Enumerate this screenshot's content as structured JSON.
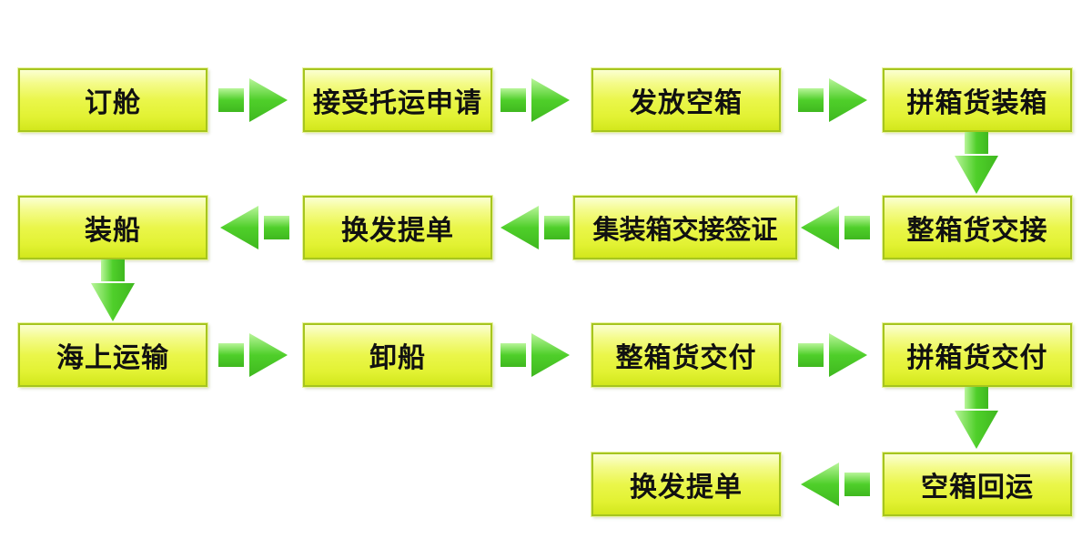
{
  "steps": {
    "booking": "订舱",
    "accept_request": "接受托运申请",
    "release_empty": "发放空箱",
    "lcl_packing": "拼箱货装箱",
    "fcl_handover": "整箱货交接",
    "container_receipt": "集装箱交接签证",
    "exchange_bl_1": "换发提单",
    "loading": "装船",
    "sea_transport": "海上运输",
    "unloading": "卸船",
    "fcl_delivery": "整箱货交付",
    "lcl_delivery": "拼箱货交付",
    "empty_return": "空箱回运",
    "exchange_bl_2": "换发提单"
  },
  "colors": {
    "box_fill": "#eaf64a",
    "box_border": "#a6c51f",
    "arrow_green": "#5fd43a"
  }
}
